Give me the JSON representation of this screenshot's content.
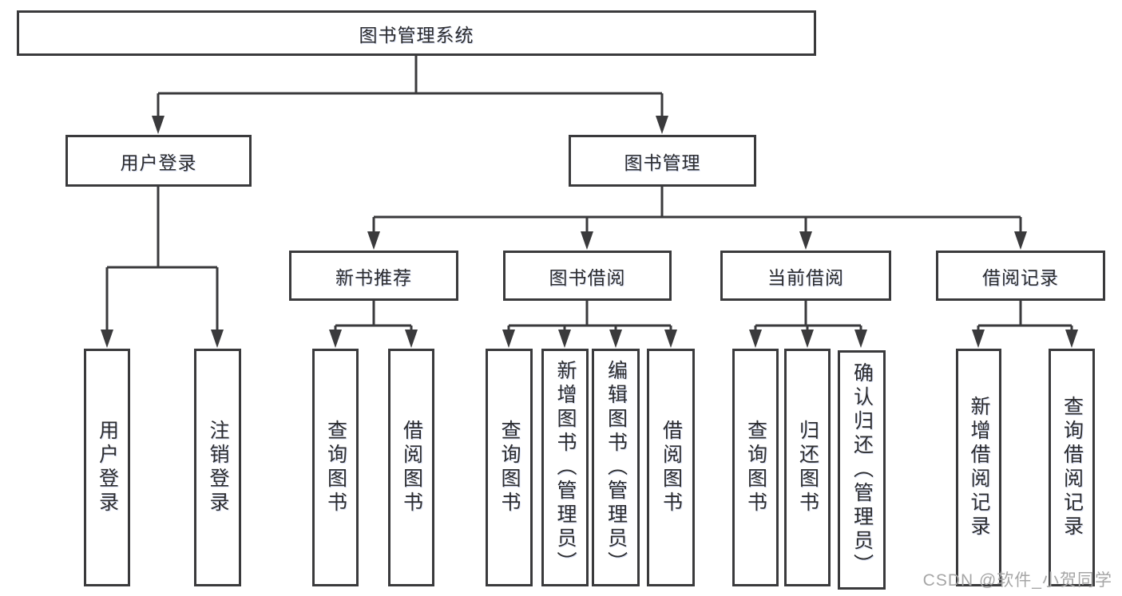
{
  "diagram": {
    "root": {
      "label": "图书管理系统"
    },
    "branches": [
      {
        "label": "用户登录",
        "children": [
          {
            "label": "用户登录"
          },
          {
            "label": "注销登录"
          }
        ]
      },
      {
        "label": "图书管理",
        "children": [
          {
            "label": "新书推荐",
            "children": [
              {
                "label": "查询图书"
              },
              {
                "label": "借阅图书"
              }
            ]
          },
          {
            "label": "图书借阅",
            "children": [
              {
                "label": "查询图书"
              },
              {
                "label": "新增图书（管理员）"
              },
              {
                "label": "编辑图书（管理员）"
              },
              {
                "label": "借阅图书"
              }
            ]
          },
          {
            "label": "当前借阅",
            "children": [
              {
                "label": "查询图书"
              },
              {
                "label": "归还图书"
              },
              {
                "label": "确认归还（管理员）"
              }
            ]
          },
          {
            "label": "借阅记录",
            "children": [
              {
                "label": "新增借阅记录"
              },
              {
                "label": "查询借阅记录"
              }
            ]
          }
        ]
      }
    ]
  },
  "watermark": {
    "text": "CSDN @软件_小贺同学"
  },
  "colors": {
    "background": "#ffffff",
    "line": "#3a3a3c",
    "box_border": "#3a3a3c",
    "text": "#2c2c2e",
    "watermark": "#a6a6a6"
  }
}
